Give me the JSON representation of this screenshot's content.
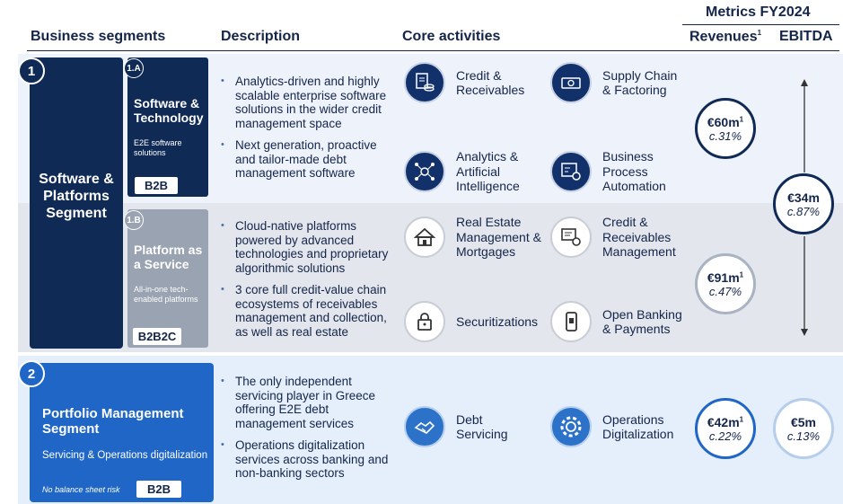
{
  "header": {
    "metrics_title": "Metrics FY2024",
    "col_segments": "Business segments",
    "col_description": "Description",
    "col_core": "Core activities",
    "col_revenues": "Revenues",
    "col_revenues_sup": "1",
    "col_ebitda": "EBITDA"
  },
  "segment1": {
    "number": "1",
    "title": "Software & Platforms Segment",
    "sub_a": {
      "code": "1.A",
      "name": "Software & Technology",
      "desc": "E2E software solutions",
      "tag": "B2B",
      "bullets": [
        "Analytics-driven and highly scalable enterprise software solutions in the wider credit management space",
        "Next generation, proactive and tailor-made debt management software"
      ],
      "activities": [
        {
          "label": "Credit & Receivables",
          "icon": "document-coins-icon"
        },
        {
          "label": "Supply Chain & Factoring",
          "icon": "banknote-icon"
        },
        {
          "label": "Analytics & Artificial Intelligence",
          "icon": "network-ai-icon"
        },
        {
          "label": "Business Process Automation",
          "icon": "dashboard-automation-icon"
        }
      ],
      "revenue": "€60m",
      "revenue_sup": "1",
      "revenue_pct": "c.31%"
    },
    "sub_b": {
      "code": "1.B",
      "name": "Platform as a Service",
      "desc": "All-in-one tech-enabled platforms",
      "tag": "B2B2C",
      "bullets": [
        "Cloud-native platforms powered by advanced technologies and proprietary algorithmic solutions",
        "3 core full credit-value chain ecosystems of receivables management and collection, as well as real estate"
      ],
      "activities": [
        {
          "label": "Real Estate Management & Mortgages",
          "icon": "house-icon"
        },
        {
          "label": "Credit & Receivables Management",
          "icon": "invoice-gear-icon"
        },
        {
          "label": "Securitizations",
          "icon": "lock-icon"
        },
        {
          "label": "Open Banking & Payments",
          "icon": "mobile-bank-icon"
        }
      ],
      "revenue": "€91m",
      "revenue_sup": "1",
      "revenue_pct": "c.47%"
    },
    "ebitda": "€34m",
    "ebitda_pct": "c.87%"
  },
  "segment2": {
    "number": "2",
    "title": "Portfolio Management Segment",
    "subtitle": "Servicing & Operations digitalization",
    "note": "No balance sheet risk",
    "tag": "B2B",
    "bullets": [
      "The only independent servicing player in Greece offering E2E debt management services",
      "Operations digitalization services across banking and non-banking sectors"
    ],
    "activities": [
      {
        "label": "Debt Servicing",
        "icon": "handshake-icon"
      },
      {
        "label": "Operations Digitalization",
        "icon": "gear-icon"
      }
    ],
    "revenue": "€42m",
    "revenue_sup": "1",
    "revenue_pct": "c.22%",
    "ebitda": "€5m",
    "ebitda_pct": "c.13%"
  },
  "colors": {
    "navy": "#102a56",
    "blue": "#1f66c6",
    "grey_sub": "#9aa3b1"
  }
}
